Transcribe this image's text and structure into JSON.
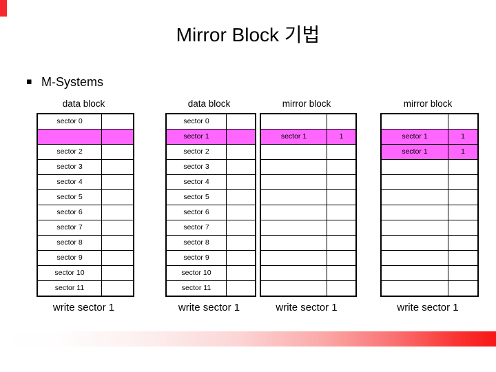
{
  "slide": {
    "title": "Mirror Block 기법",
    "bullet_glyph": "▪",
    "bullet_text": "M-Systems",
    "accent_color": "#f5282b",
    "highlight_color": "#ff66ff"
  },
  "blocks": [
    {
      "header": "data block",
      "caption": "write sector 1",
      "rows": [
        {
          "label": "sector 0",
          "value": "",
          "highlight": false
        },
        {
          "label": "",
          "value": "",
          "highlight": true
        },
        {
          "label": "sector 2",
          "value": "",
          "highlight": false
        },
        {
          "label": "sector 3",
          "value": "",
          "highlight": false
        },
        {
          "label": "sector 4",
          "value": "",
          "highlight": false
        },
        {
          "label": "sector 5",
          "value": "",
          "highlight": false
        },
        {
          "label": "sector 6",
          "value": "",
          "highlight": false
        },
        {
          "label": "sector 7",
          "value": "",
          "highlight": false
        },
        {
          "label": "sector 8",
          "value": "",
          "highlight": false
        },
        {
          "label": "sector 9",
          "value": "",
          "highlight": false
        },
        {
          "label": "sector 10",
          "value": "",
          "highlight": false
        },
        {
          "label": "sector 11",
          "value": "",
          "highlight": false
        }
      ]
    },
    {
      "header": "data block",
      "caption": "write sector 1",
      "rows": [
        {
          "label": "sector 0",
          "value": "",
          "highlight": false
        },
        {
          "label": "sector 1",
          "value": "",
          "highlight": true
        },
        {
          "label": "sector 2",
          "value": "",
          "highlight": false
        },
        {
          "label": "sector 3",
          "value": "",
          "highlight": false
        },
        {
          "label": "sector 4",
          "value": "",
          "highlight": false
        },
        {
          "label": "sector 5",
          "value": "",
          "highlight": false
        },
        {
          "label": "sector 6",
          "value": "",
          "highlight": false
        },
        {
          "label": "sector 7",
          "value": "",
          "highlight": false
        },
        {
          "label": "sector 8",
          "value": "",
          "highlight": false
        },
        {
          "label": "sector 9",
          "value": "",
          "highlight": false
        },
        {
          "label": "sector 10",
          "value": "",
          "highlight": false
        },
        {
          "label": "sector 11",
          "value": "",
          "highlight": false
        }
      ]
    },
    {
      "header": "mirror block",
      "caption": "write sector 1",
      "rows": [
        {
          "label": "",
          "value": "",
          "highlight": false
        },
        {
          "label": "sector 1",
          "value": "1",
          "highlight": true
        },
        {
          "label": "",
          "value": "",
          "highlight": false
        },
        {
          "label": "",
          "value": "",
          "highlight": false
        },
        {
          "label": "",
          "value": "",
          "highlight": false
        },
        {
          "label": "",
          "value": "",
          "highlight": false
        },
        {
          "label": "",
          "value": "",
          "highlight": false
        },
        {
          "label": "",
          "value": "",
          "highlight": false
        },
        {
          "label": "",
          "value": "",
          "highlight": false
        },
        {
          "label": "",
          "value": "",
          "highlight": false
        },
        {
          "label": "",
          "value": "",
          "highlight": false
        },
        {
          "label": "",
          "value": "",
          "highlight": false
        }
      ]
    },
    {
      "header": "mirror block",
      "caption": "write sector 1",
      "rows": [
        {
          "label": "",
          "value": "",
          "highlight": false
        },
        {
          "label": "sector 1",
          "value": "1",
          "highlight": true
        },
        {
          "label": "sector 1",
          "value": "1",
          "highlight": true
        },
        {
          "label": "",
          "value": "",
          "highlight": false
        },
        {
          "label": "",
          "value": "",
          "highlight": false
        },
        {
          "label": "",
          "value": "",
          "highlight": false
        },
        {
          "label": "",
          "value": "",
          "highlight": false
        },
        {
          "label": "",
          "value": "",
          "highlight": false
        },
        {
          "label": "",
          "value": "",
          "highlight": false
        },
        {
          "label": "",
          "value": "",
          "highlight": false
        },
        {
          "label": "",
          "value": "",
          "highlight": false
        },
        {
          "label": "",
          "value": "",
          "highlight": false
        }
      ]
    }
  ]
}
